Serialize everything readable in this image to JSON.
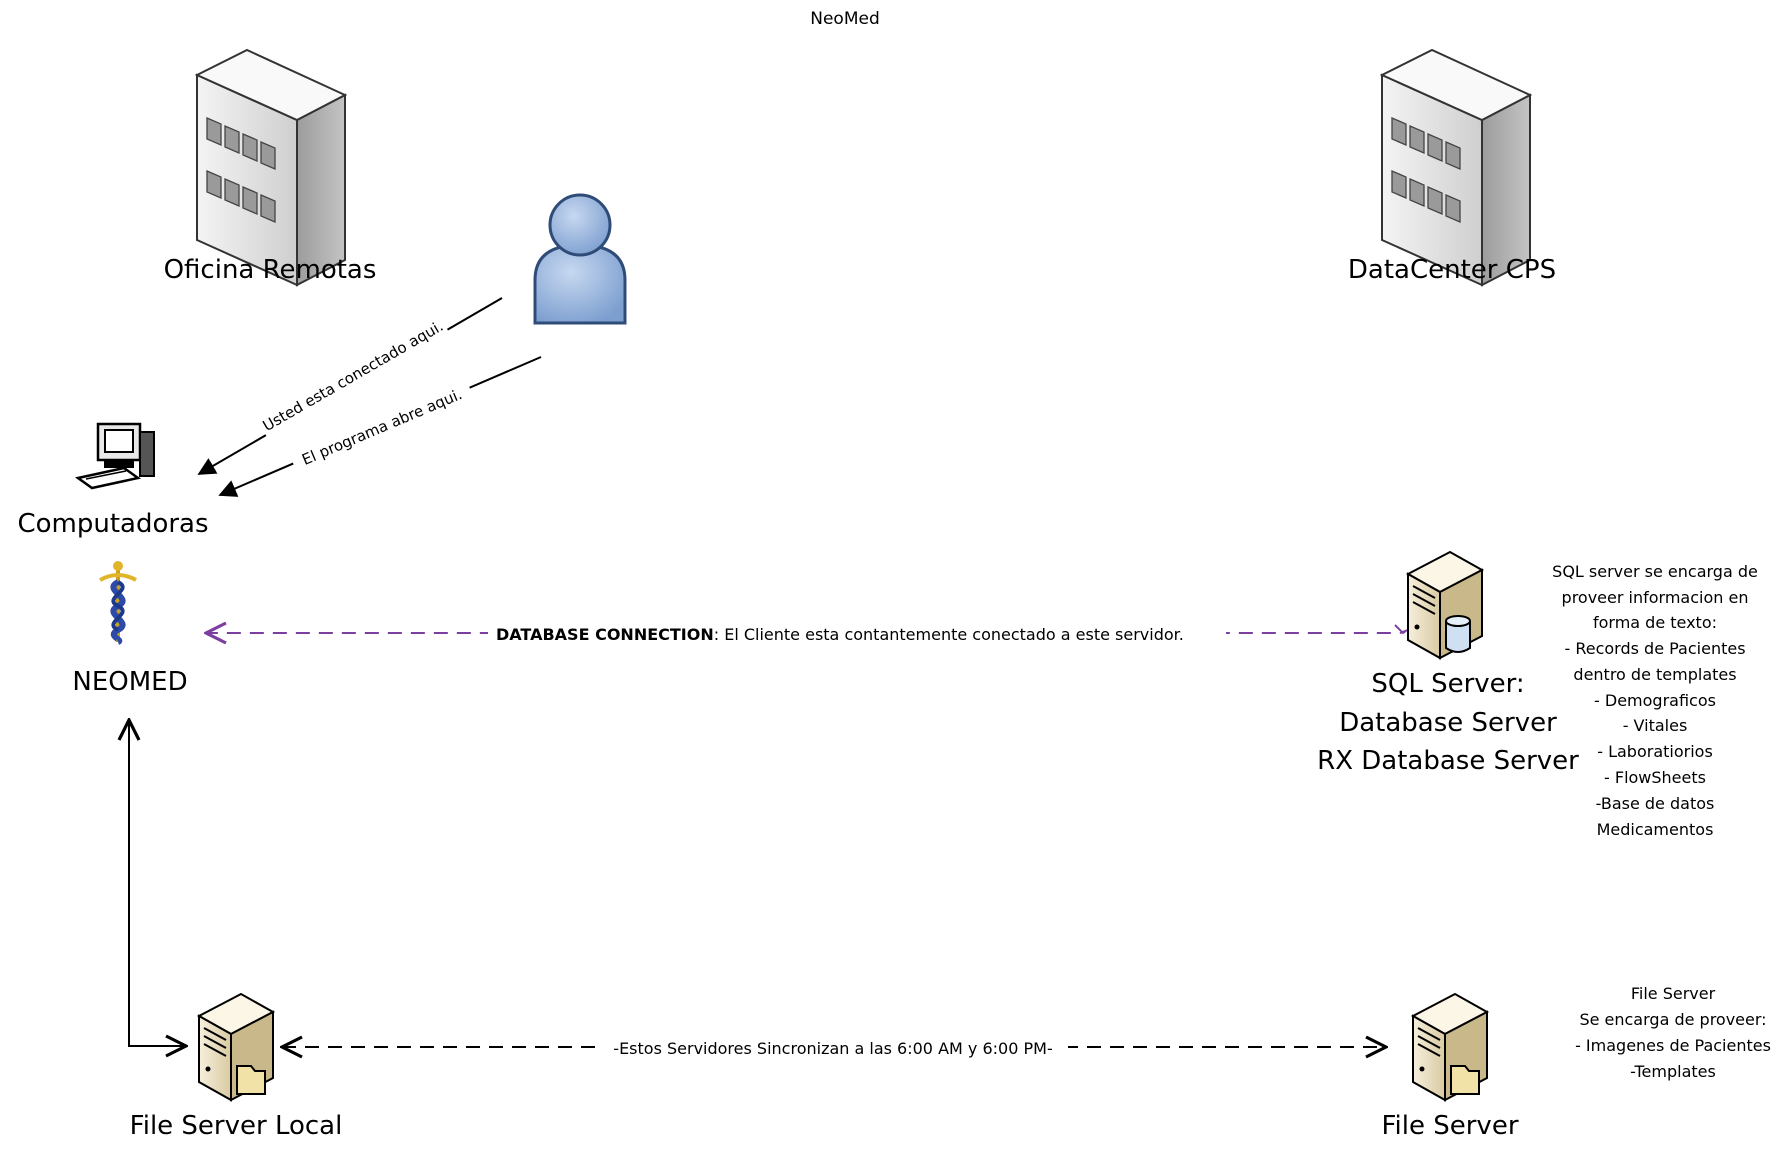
{
  "title": "NeoMed",
  "sites": {
    "remote": "Oficina Remotas",
    "datacenter": "DataCenter CPS"
  },
  "nodes": {
    "computers": "Computadoras",
    "neomed": "NEOMED",
    "sql_line1": "SQL Server:",
    "sql_line2": "Database Server",
    "sql_line3": "RX Database Server",
    "file_local": "File Server Local",
    "file_server": "File Server"
  },
  "edges": {
    "connected_here": "Usted esta conectado aqui.",
    "program_opens": "El programa abre aqui.",
    "db_bold": "DATABASE CONNECTION",
    "db_rest": ": El Cliente esta contantemente conectado a este servidor.",
    "sync": "Estos Servidores Sincronizan a las 6:00 AM y 6:00 PM"
  },
  "notes": {
    "sql": [
      "SQL server se encarga de",
      "proveer informacion en",
      "forma de texto:",
      "- Records de Pacientes",
      "dentro de templates",
      "- Demograficos",
      "- Vitales",
      "- Laboratiorios",
      "- FlowSheets",
      "-Base de datos",
      "Medicamentos"
    ],
    "file": [
      "File Server",
      "Se encarga de proveer:",
      "- Imagenes de Pacientes",
      "-Templates"
    ]
  },
  "colors": {
    "db_link": "#7b3fa0",
    "user_fill": "#8fb0dc",
    "user_stroke": "#2f4c78",
    "building_face": "#e6e6e6",
    "building_side": "#a9a9a9",
    "server_face": "#efe4c8"
  },
  "icons": [
    "building-icon",
    "user-icon",
    "computer-icon",
    "caduceus-icon",
    "database-server-icon",
    "file-server-icon"
  ]
}
